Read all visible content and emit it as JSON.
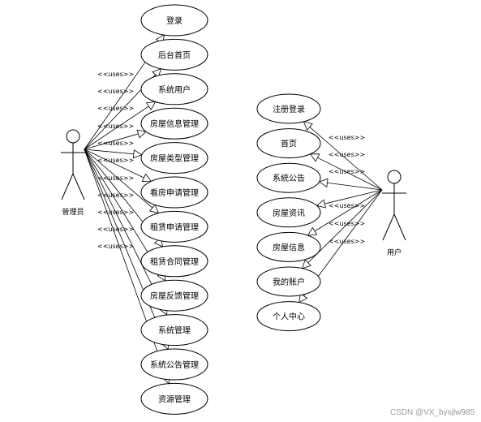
{
  "stereotype": "<<uses>>",
  "admin_actor": {
    "label": "管理员"
  },
  "user_actor": {
    "label": "用户"
  },
  "admin_use_cases": [
    "登录",
    "后台首页",
    "系统用户",
    "房屋信息管理",
    "房屋类型管理",
    "看房申请管理",
    "租赁申请管理",
    "租赁合同管理",
    "房屋反馈管理",
    "系统管理",
    "系統公告管理",
    "资源管理"
  ],
  "user_use_cases": [
    "注册登录",
    "首页",
    "系統公告",
    "房屋资讯",
    "房屋信息",
    "我的账户",
    "个人中心"
  ],
  "watermark": "CSDN @VX_bysjlw985"
}
